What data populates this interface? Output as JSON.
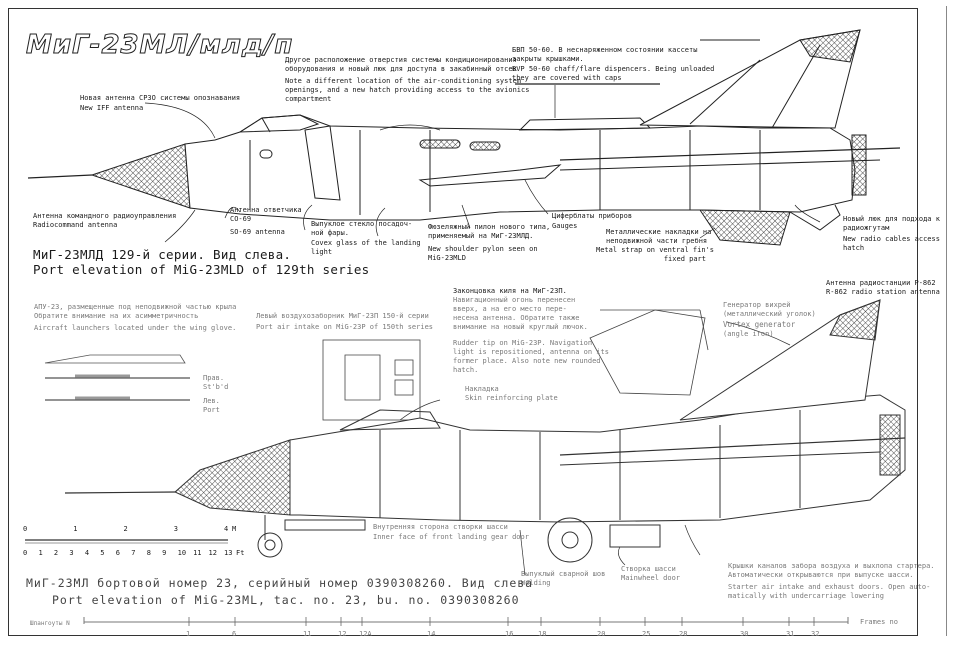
{
  "title": "МиГ-23МЛ/млд/п",
  "top_view": {
    "caption_ru": "МиГ-23МЛД 129-й серии. Вид слева.",
    "caption_en": "Port elevation of MiG-23MLD of 129th series",
    "annotations": {
      "iff": {
        "ru": "Новая антенна СРЗО системы опознавания",
        "en": "New IFF antenna"
      },
      "aircon": {
        "ru": [
          "Другое расположение отверстия системы кондиционирования",
          "оборудования и новый люк для доступа в закабинный отсек"
        ],
        "en": [
          "Note a different location of the air-conditioning system",
          "openings, and a new hatch providing access to the avionics",
          "compartment"
        ]
      },
      "bvp": {
        "ru": [
          "БВП 50-60. В неснаряженном состоянии кассеты",
          "закрыты крышками."
        ],
        "en": [
          "BVP 50-60 chaff/flare dispencers. Being unloaded",
          "they are covered with caps"
        ]
      },
      "radiocommand": {
        "ru": "Антенна командного радиоуправления",
        "en": "Radiocommand antenna"
      },
      "sd69": {
        "ru": [
          "Антенна ответчика",
          "СО-69"
        ],
        "en": "SO-69 antenna"
      },
      "canopy": {
        "ru": [
          "Выпуклое стекло посадоч-",
          "ной фары."
        ],
        "en": [
          "Covex glass of the landing",
          "light"
        ]
      },
      "pylon": {
        "ru": [
          "Фюзеляжный пилон нового типа,",
          "применяемый на МиГ-23МЛД."
        ],
        "en": [
          "New shoulder pylon seen on",
          "MiG-23MLD"
        ]
      },
      "gauges": {
        "ru": "Циферблаты приборов",
        "en": "Gauges"
      },
      "metal_strap": {
        "ru": [
          "Металлические накладки на",
          "неподвижной части гребня"
        ],
        "en": [
          "Metal strap on ventral fin's",
          "fixed part"
        ]
      },
      "radio_hatch": {
        "ru": [
          "Новый люк для подхода к",
          "радиожгутам"
        ],
        "en": [
          "New radio cables access",
          "hatch"
        ]
      }
    }
  },
  "bottom_view": {
    "caption_ru": "МиГ-23МЛ бортовой номер 23, серийный номер 0390308260. Вид слева",
    "caption_en": "Port elevation of MiG-23ML, tac. no. 23, bu. no. 0390308260",
    "annotations": {
      "apu": {
        "ru": [
          "АПУ-23, размещенные под неподвижной частью крыла",
          "Обратите внимание на их асимметричность"
        ],
        "en": "Aircraft launchers located under the wing glove."
      },
      "launcher_stbd": [
        "Прав.",
        "St'b'd"
      ],
      "launcher_port": [
        "Лев.",
        "Port"
      ],
      "air_intake": {
        "ru": "Левый воздухозаборник МиГ-23П 150-й серии",
        "en": "Port air intake on MiG-23P of 150th series"
      },
      "rudder": {
        "ru": [
          "Законцовка киля на МиГ-23П.",
          "Навигационный огонь перенесен",
          "вверх, а на его место пере-",
          "несена антенна. Обратите также",
          "внимание на новый круглый лючок."
        ],
        "en": [
          "Rudder tip on MiG-23P. Navigation",
          "light is repositioned, antenna on its",
          "former place. Also note new rounded",
          "hatch."
        ]
      },
      "r862": {
        "ru": "Антенна радиостанции Р-862",
        "en": "R-862 radio station antenna"
      },
      "vortex": {
        "ru": [
          "Генератор вихрей",
          "(металлический уголок)"
        ],
        "en": [
          "Vortex generator",
          "(angle iron)"
        ]
      },
      "skin_plate": {
        "ru": "Накладка",
        "en": "Skin reinforcing plate"
      },
      "gear_door": {
        "ru": "Внутренняя сторона створки шасси",
        "en": "Inner face of front landing gear door"
      },
      "welding": {
        "ru": "Выпуклый сварной шов",
        "en": "Welding"
      },
      "mainwheel_door": {
        "ru": "Створка шасси",
        "en": "Mainwheel door"
      },
      "starter": {
        "ru": [
          "Крышки каналов забора воздуха и выхлопа стартера.",
          "Автоматически открываются при выпуске шасси."
        ],
        "en": [
          "Starter air intake and exhaust doors. Open auto-",
          "matically with undercarriage lowering"
        ]
      }
    }
  },
  "scale": {
    "meters_unit": "M",
    "meters": [
      "0",
      "1",
      "2",
      "3",
      "4"
    ],
    "feet_unit": "Ft",
    "feet": [
      "0",
      "1",
      "2",
      "3",
      "4",
      "5",
      "6",
      "7",
      "8",
      "9",
      "10",
      "11",
      "12",
      "13"
    ]
  },
  "frames": {
    "label_ru": "Шпангоуты N",
    "label_en": "Frames no",
    "ticks": [
      "1",
      "6",
      "11",
      "12",
      "12А",
      "14",
      "16",
      "18",
      "20",
      "25",
      "28",
      "30",
      "31",
      "32"
    ]
  }
}
